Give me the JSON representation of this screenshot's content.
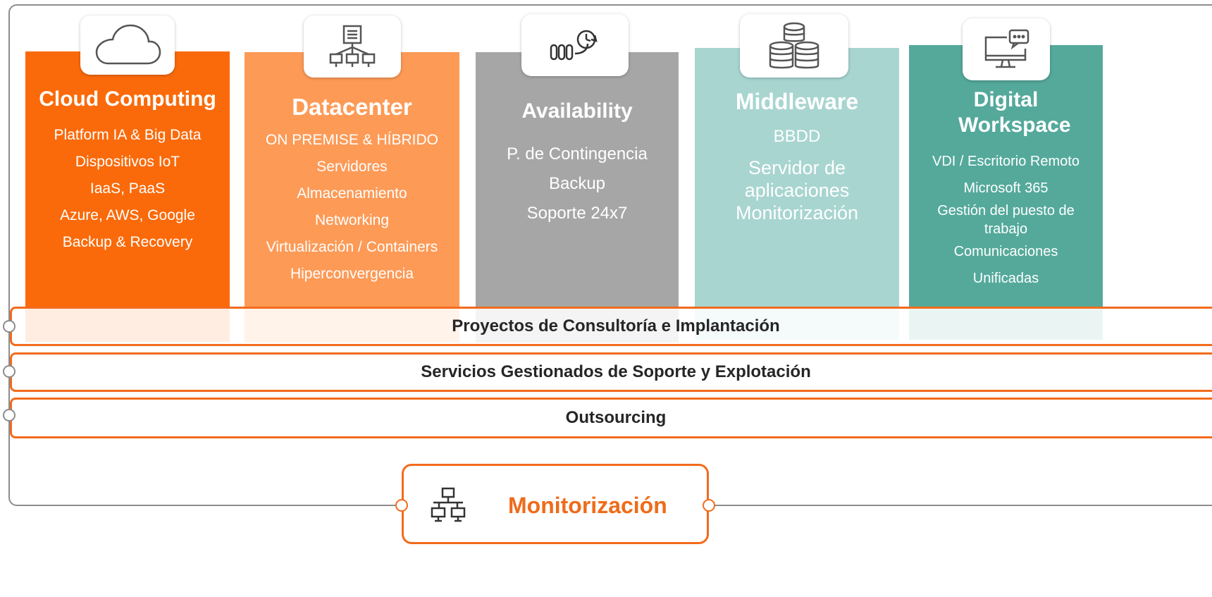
{
  "columns": [
    {
      "id": "cloud",
      "title": "Cloud Computing",
      "icon": "cloud-icon",
      "color": "#fa6a0a",
      "items": [
        "Platform IA & Big Data",
        "Dispositivos IoT",
        "IaaS,  PaaS",
        "Azure, AWS, Google",
        "Backup & Recovery"
      ]
    },
    {
      "id": "datacenter",
      "title": "Datacenter",
      "icon": "server-network-icon",
      "color": "#fd9a56",
      "items": [
        "ON PREMISE & HÍBRIDO",
        "Servidores",
        "Almacenamiento",
        "Networking",
        "Virtualización / Containers",
        "Hiperconvergencia"
      ]
    },
    {
      "id": "availability",
      "title": "Availability",
      "icon": "availability-icon",
      "color": "#a6a6a6",
      "items": [
        "P. de Contingencia",
        "Backup",
        "Soporte 24x7"
      ]
    },
    {
      "id": "middleware",
      "title": "Middleware",
      "icon": "database-icon",
      "color": "#a8d5d0",
      "items": [
        "BBDD",
        "Servidor de aplicaciones",
        "Monitorización"
      ]
    },
    {
      "id": "workspace",
      "title": "Digital Workspace",
      "icon": "monitor-chat-icon",
      "color": "#54a99b",
      "items": [
        "VDI / Escritorio Remoto",
        "Microsoft 365",
        "Gestión del puesto de trabajo",
        "Comunicaciones",
        "Unificadas"
      ]
    }
  ],
  "bands": [
    "Proyectos de Consultoría  e Implantación",
    "Servicios Gestionados de Soporte y Explotación",
    "Outsourcing"
  ],
  "monitor": {
    "label": "Monitorización",
    "icon": "network-icon",
    "accent": "#ef6b1a"
  }
}
